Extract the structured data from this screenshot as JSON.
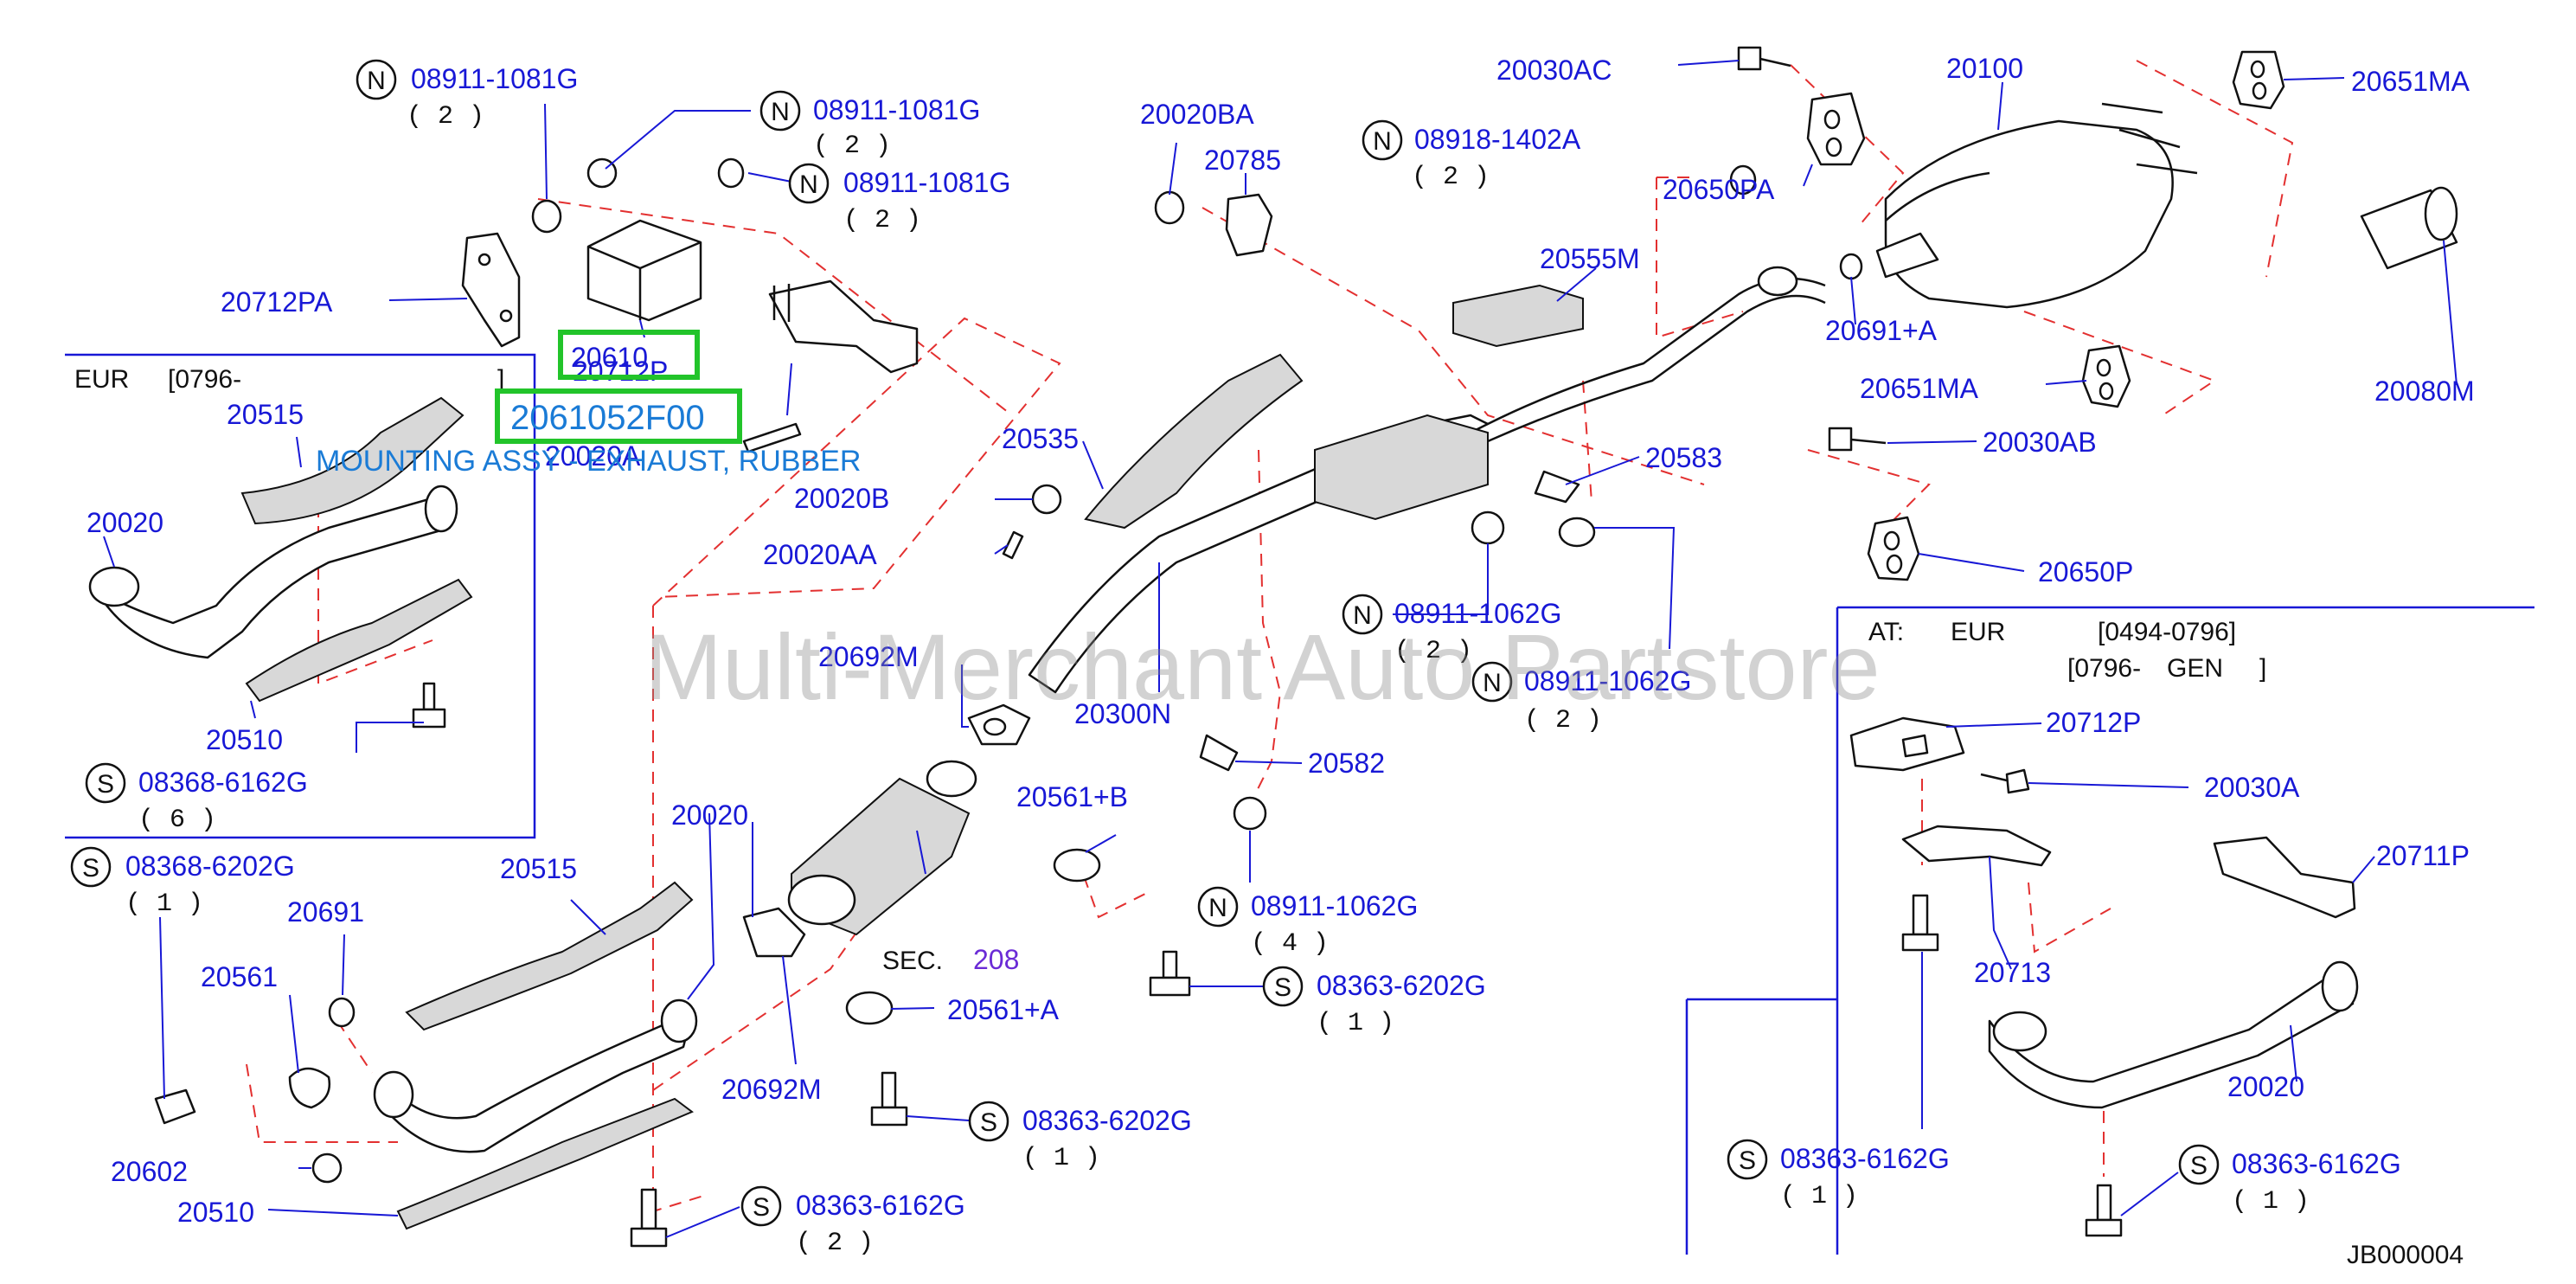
{
  "watermark": "Multi-Merchant Auto Partstore",
  "footer_code": "JB000004",
  "highlight": {
    "part": "20610",
    "part_number": "2061052F00",
    "description": "MOUNTING ASSY - EXHAUST, RUBBER"
  },
  "eur_box": {
    "label": "EUR",
    "range_label": "[0796-",
    "range_end": "]"
  },
  "at_box": {
    "line1_label": "AT:",
    "line1_region": "EUR",
    "line1_range": "[0494-0796]",
    "line2_range": "[0796-",
    "line2_region": "GEN",
    "line2_end": "]"
  },
  "sec_ref": {
    "label": "SEC.",
    "number": "208"
  },
  "fasteners": [
    {
      "badge": "N",
      "part": "08911-1081G",
      "qty": "( 2 )"
    },
    {
      "badge": "N",
      "part": "08911-1081G",
      "qty": "( 2 )"
    },
    {
      "badge": "N",
      "part": "08911-1081G",
      "qty": "( 2 )"
    },
    {
      "badge": "N",
      "part": "08918-1402A",
      "qty": "( 2 )"
    },
    {
      "badge": "N",
      "part": "08911-1062G",
      "qty": "( 2 )"
    },
    {
      "badge": "N",
      "part": "08911-1062G",
      "qty": "( 2 )"
    },
    {
      "badge": "N",
      "part": "08911-1062G",
      "qty": "( 4 )"
    },
    {
      "badge": "S",
      "part": "08368-6162G",
      "qty": "( 6 )"
    },
    {
      "badge": "S",
      "part": "08368-6202G",
      "qty": "( 1 )"
    },
    {
      "badge": "S",
      "part": "08363-6202G",
      "qty": "( 1 )"
    },
    {
      "badge": "S",
      "part": "08363-6202G",
      "qty": "( 1 )"
    },
    {
      "badge": "S",
      "part": "08363-6162G",
      "qty": "( 2 )"
    },
    {
      "badge": "S",
      "part": "08363-6162G",
      "qty": "( 1 )"
    },
    {
      "badge": "S",
      "part": "08363-6162G",
      "qty": "( 1 )"
    }
  ],
  "parts": [
    "20712PA",
    "20515",
    "20020",
    "20510",
    "20020BA",
    "20785",
    "20030AC",
    "20100",
    "20651MA",
    "20650PA",
    "20555M",
    "20691+A",
    "20080M",
    "20651MA",
    "20030AB",
    "20535",
    "20020B",
    "20583",
    "20020AA",
    "20650P",
    "20692M",
    "20300N",
    "20582",
    "20561+B",
    "20020",
    "20515",
    "20691",
    "20561",
    "20602",
    "20510",
    "20692M",
    "20561+A",
    "20712P",
    "20030A",
    "20711P",
    "20713",
    "20020",
    "20712P",
    "20020A"
  ]
}
